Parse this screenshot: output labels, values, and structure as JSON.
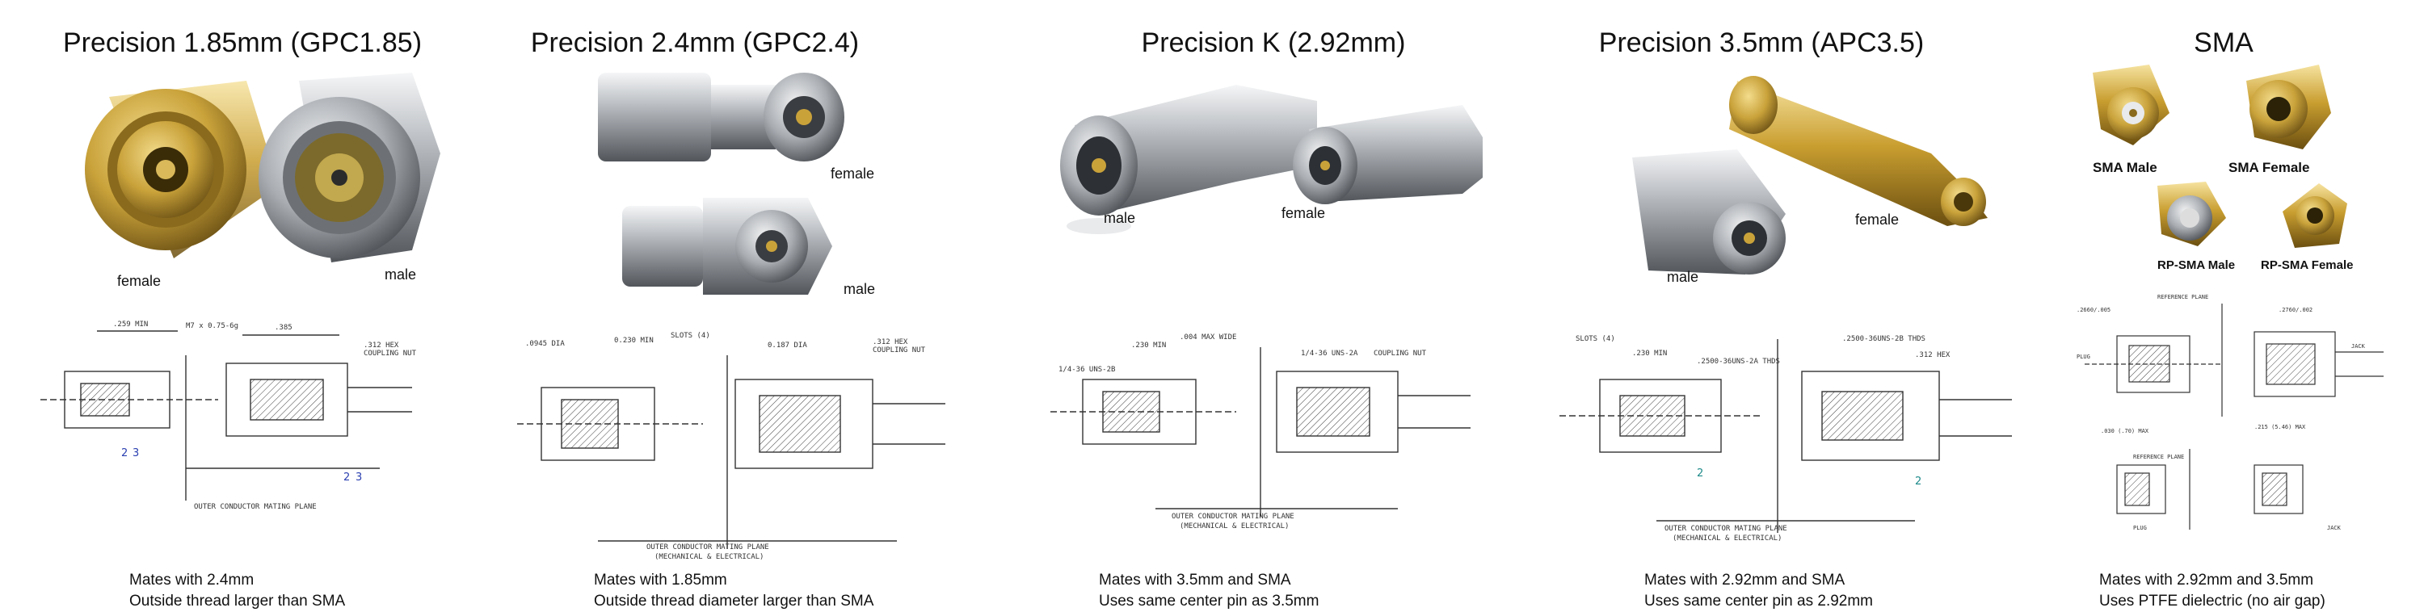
{
  "connectors": [
    {
      "title": "Precision 1.85mm (GPC1.85)",
      "photo_labels": [
        "female",
        "male"
      ],
      "caption": [
        "Mates with 2.4mm",
        "Outside thread larger than SMA"
      ]
    },
    {
      "title": "Precision 2.4mm (GPC2.4)",
      "photo_labels": [
        "female",
        "male"
      ],
      "caption": [
        "Mates with 1.85mm",
        "Outside thread diameter larger than SMA"
      ]
    },
    {
      "title": "Precision K (2.92mm)",
      "photo_labels": [
        "male",
        "female"
      ],
      "caption": [
        "Mates with 3.5mm and SMA",
        "Uses same center pin as 3.5mm"
      ]
    },
    {
      "title": "Precision 3.5mm (APC3.5)",
      "photo_labels": [
        "female",
        "male"
      ],
      "caption": [
        "Mates with 2.92mm and SMA",
        "Uses same center pin as 2.92mm"
      ]
    },
    {
      "title": "SMA",
      "photo_labels": [
        "SMA Male",
        "SMA Female",
        "RP-SMA Male",
        "RP-SMA Female"
      ],
      "caption": [
        "Mates with 2.92mm and 3.5mm",
        "Uses PTFE dielectric (no air gap)"
      ]
    }
  ],
  "colors": {
    "gold": "#c9a23a",
    "gold_dark": "#8a6a1c",
    "steel": "#b9bcc0",
    "steel_dark": "#6d7176",
    "drawing_line": "#333333"
  },
  "icons": [
    "gold-connector-icon",
    "steel-connector-icon",
    "technical-drawing-icon"
  ]
}
